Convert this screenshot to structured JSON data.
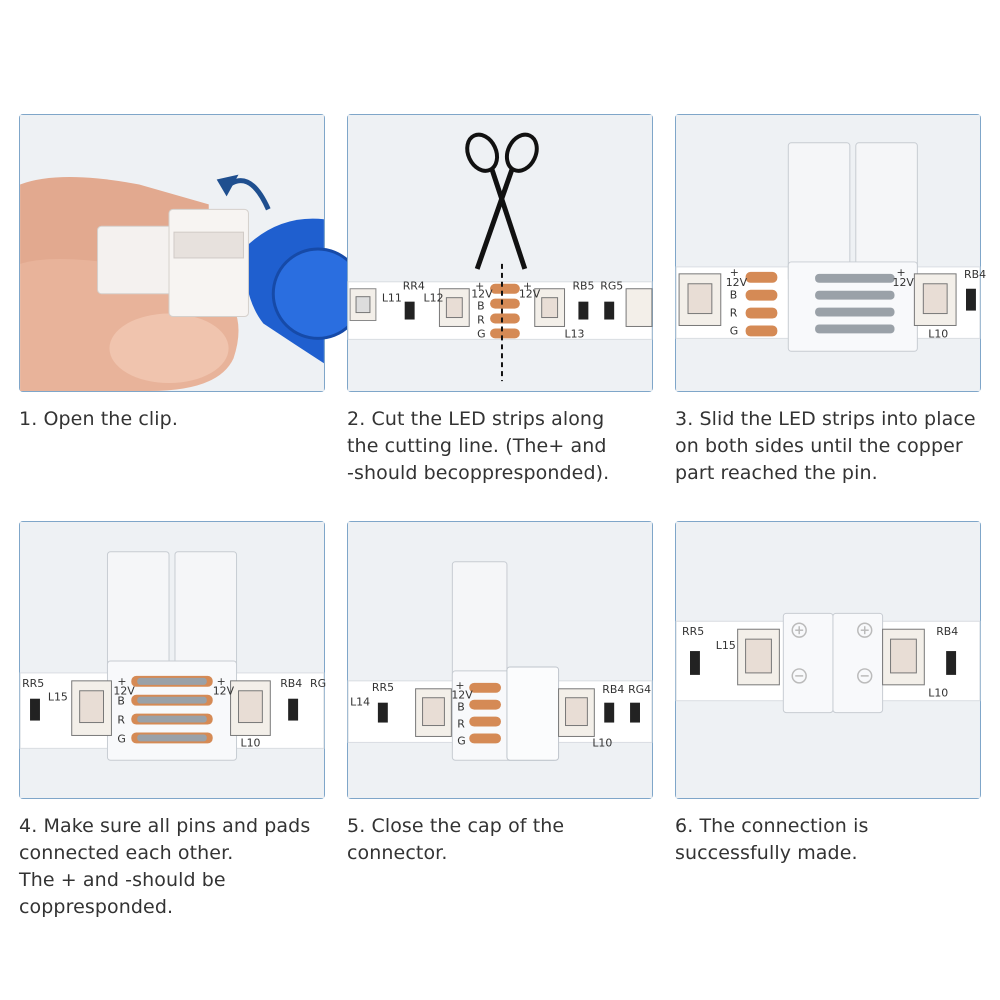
{
  "steps": [
    {
      "caption": "1. Open the clip."
    },
    {
      "caption": "2. Cut the LED strips along\nthe cutting line. (The+ and\n-should becoppresponded)."
    },
    {
      "caption": "3. Slid the LED strips into place\non both sides until the copper\npart reached the pin."
    },
    {
      "caption": "4. Make sure all pins and pads\nconnected each other.\nThe + and -should be\ncoppresponded."
    },
    {
      "caption": "5. Close the cap of the\nconnector."
    },
    {
      "caption": "6. The connection is\nsuccessfully made."
    }
  ],
  "strip_labels": {
    "p2": [
      "L11",
      "RR4",
      "L12",
      "+",
      "12V",
      "B",
      "R",
      "G",
      "+",
      "12V",
      "RB5",
      "RG5",
      "L13"
    ],
    "p3": [
      "+",
      "12V",
      "B",
      "R",
      "G",
      "+",
      "12V",
      "RB4",
      "L10"
    ],
    "p4": [
      "RR5",
      "L15",
      "+",
      "12V",
      "B",
      "R",
      "G",
      "+",
      "12V",
      "RB4",
      "RG",
      "L10"
    ],
    "p5": [
      "RR5",
      "L14",
      "+",
      "12V",
      "B",
      "R",
      "G",
      "RB4",
      "RG4",
      "L10"
    ],
    "p6": [
      "RR5",
      "L15",
      "RB4",
      "L10"
    ]
  },
  "colors": {
    "panel_border": "#7fa6c9",
    "copper": "#d58a55",
    "clip_blue": "#1f5fcf"
  }
}
